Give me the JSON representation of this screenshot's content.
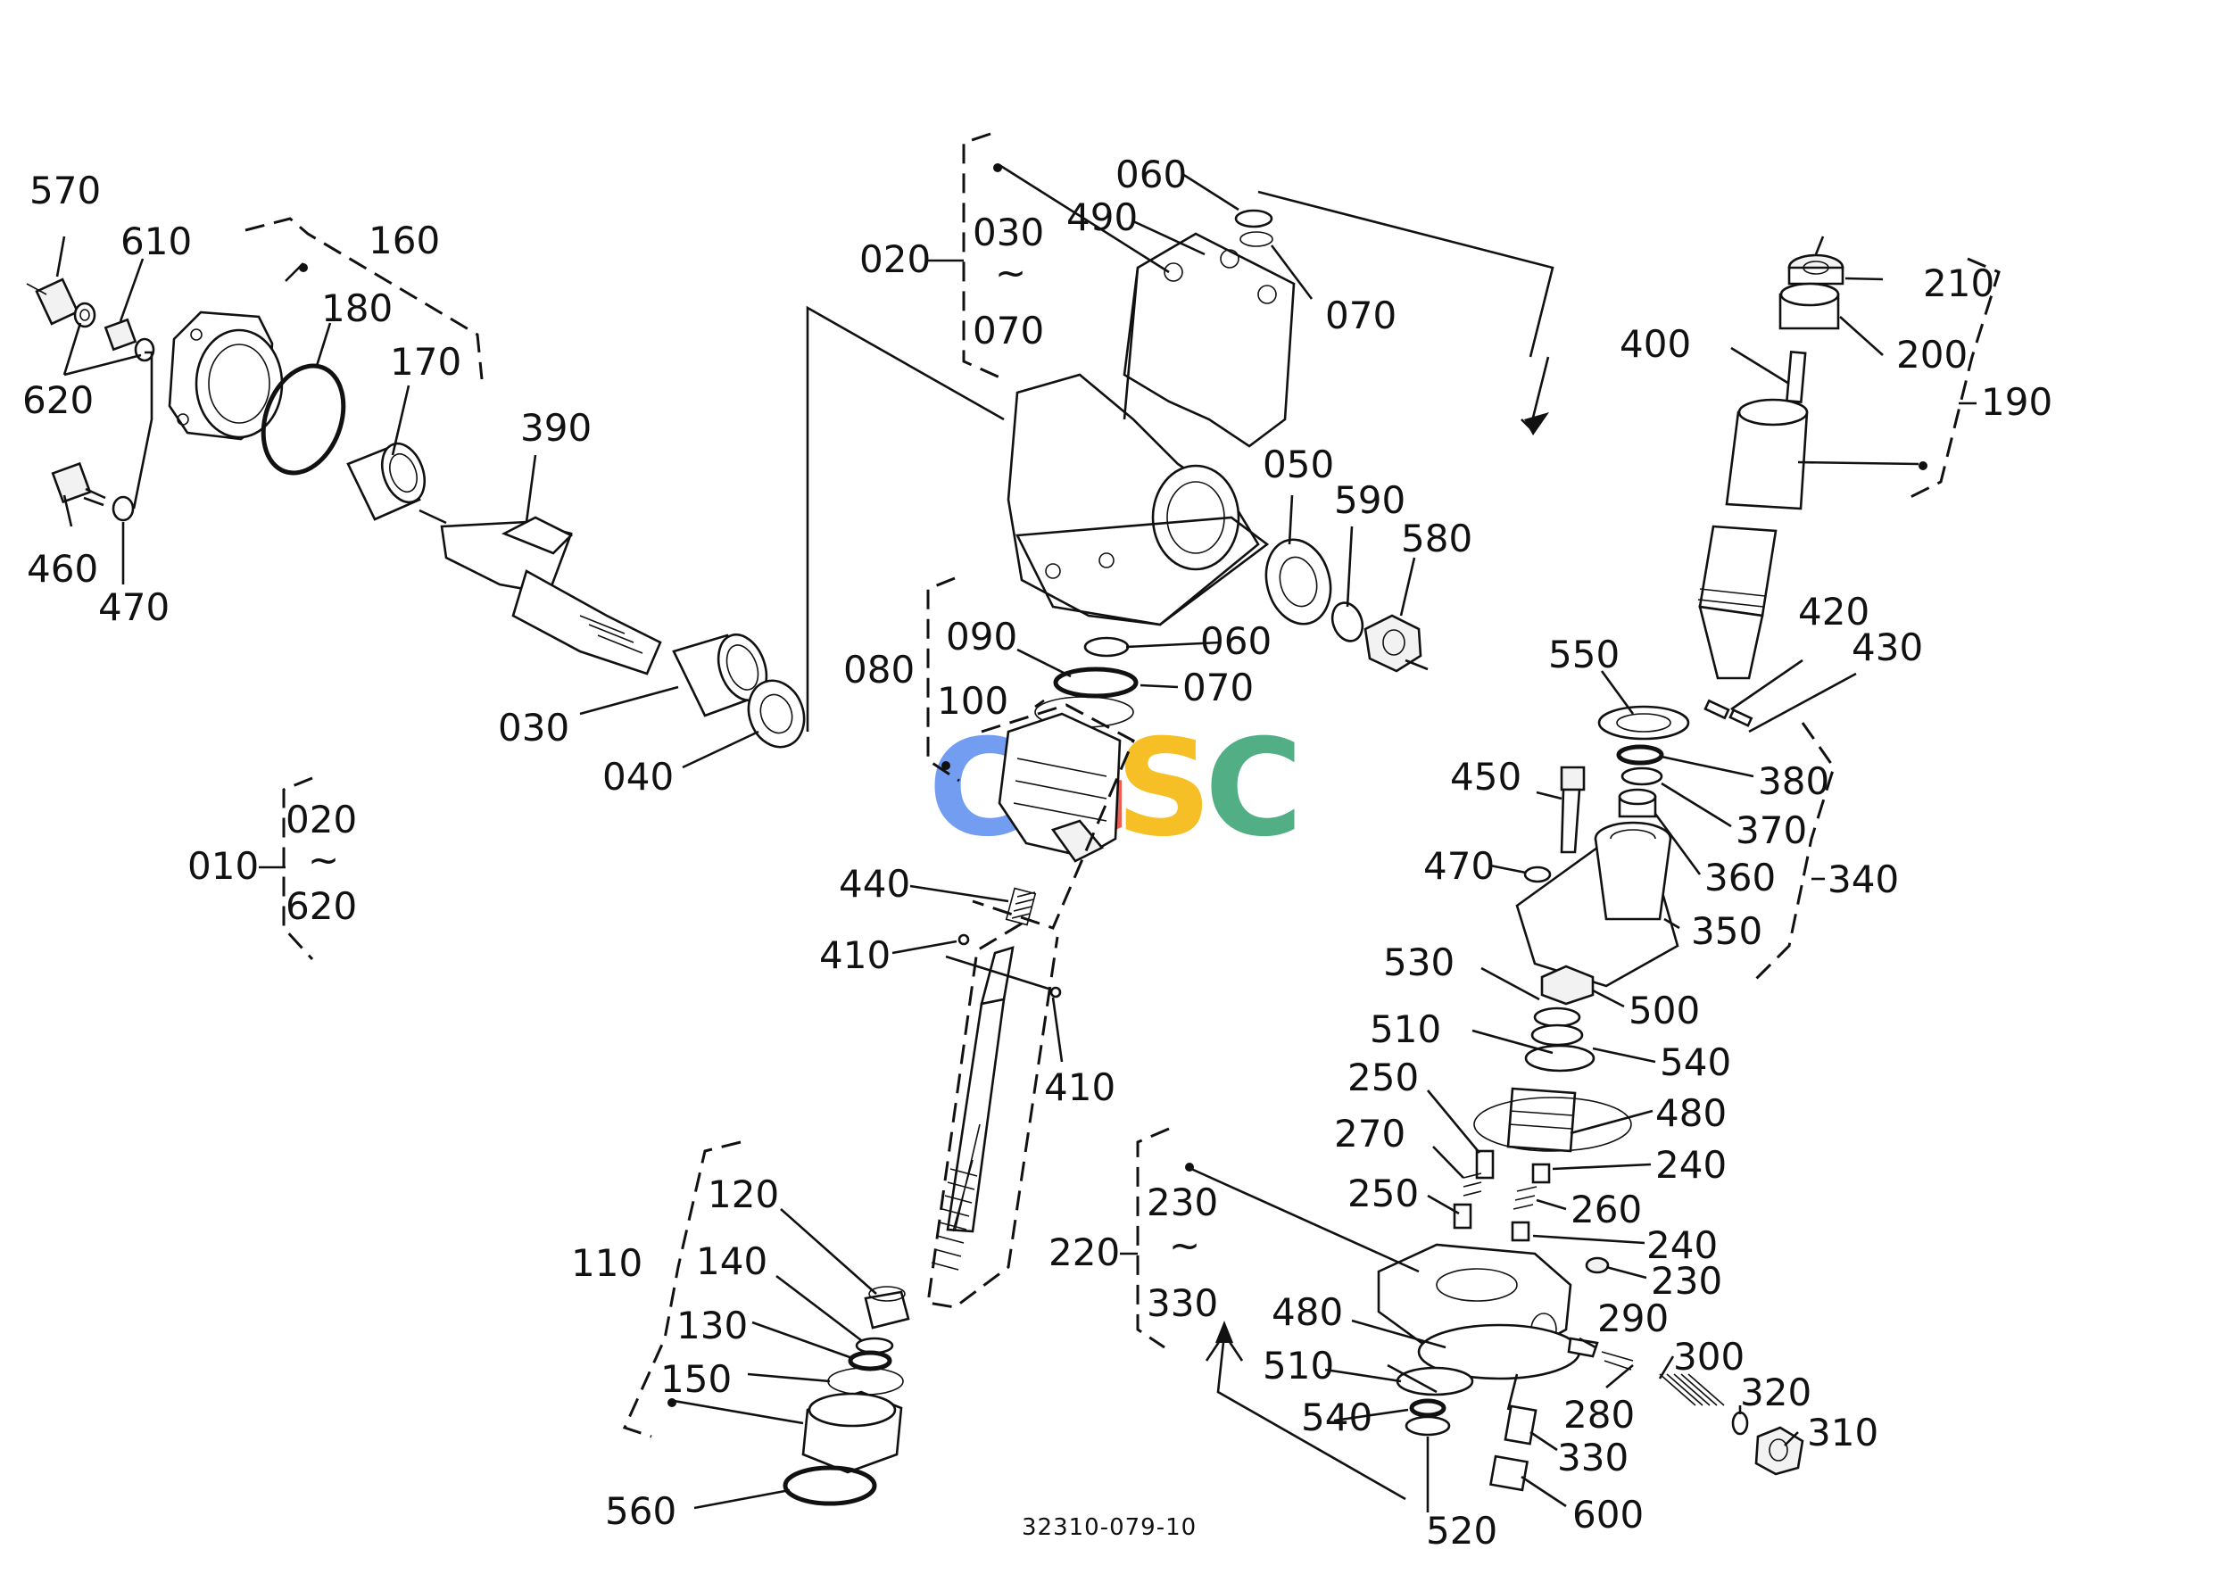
{
  "diagram": {
    "drawing_code": "32310-079-10",
    "watermark": {
      "letters": [
        "C",
        "G",
        "S",
        "C"
      ],
      "colors": [
        "#5b8def",
        "#ea4335",
        "#f4b400",
        "#34a070"
      ]
    },
    "labels": {
      "p570": "570",
      "p610": "610",
      "p620": "620",
      "p460": "460",
      "p470a": "470",
      "p160": "160",
      "p180": "180",
      "p170": "170",
      "p390": "390",
      "p030a": "030",
      "p040": "040",
      "p010": "010",
      "p010_from": "020",
      "p010_to": "620",
      "tilde": "~",
      "p020": "020",
      "p020_from": "030",
      "p020_to": "070",
      "p060a": "060",
      "p490": "490",
      "p070a": "070",
      "p050": "050",
      "p590": "590",
      "p580": "580",
      "p080": "080",
      "p090": "090",
      "p100": "100",
      "p060b": "060",
      "p070b": "070",
      "p440": "440",
      "p410a": "410",
      "p410b": "410",
      "p110": "110",
      "p120": "120",
      "p140": "140",
      "p130": "130",
      "p150": "150",
      "p560": "560",
      "p210": "210",
      "p200": "200",
      "p400": "400",
      "p190": "190",
      "p420": "420",
      "p430": "430",
      "p550": "550",
      "p380": "380",
      "p370": "370",
      "p360": "360",
      "p340": "340",
      "p350": "350",
      "p450": "450",
      "p470b": "470",
      "p530": "530",
      "p500": "500",
      "p510a": "510",
      "p540a": "540",
      "p250a": "250",
      "p480a": "480",
      "p270": "270",
      "p240a": "240",
      "p250b": "250",
      "p260": "260",
      "p240b": "240",
      "p230b": "230",
      "p220": "220",
      "p220_from": "230",
      "p220_to": "330",
      "p480b": "480",
      "p290": "290",
      "p300": "300",
      "p320": "320",
      "p510b": "510",
      "p280": "280",
      "p540b": "540",
      "p330": "330",
      "p310": "310",
      "p520": "520",
      "p600": "600"
    }
  }
}
